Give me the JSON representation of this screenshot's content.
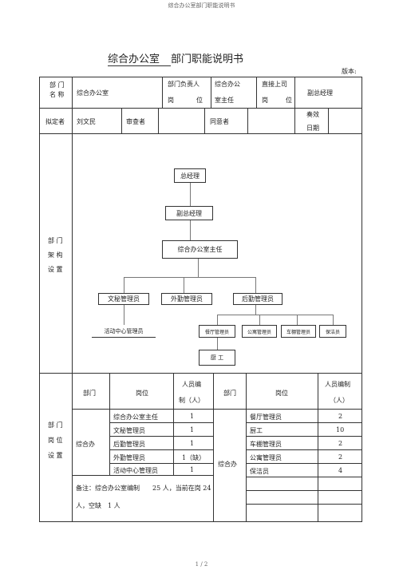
{
  "running_header": "综合办公室部门职能说明书",
  "doc_title": {
    "dept": "综合办公室",
    "rest": "部门职能说明书"
  },
  "version_label": "版本:",
  "header_table": {
    "dept_name_label_1": "部 门",
    "dept_name_label_2": "名 称",
    "dept_name_value": "综合办公室",
    "head_label_1": "部门负责人",
    "head_label_2a": "岗",
    "head_label_2b": "位",
    "head_value_1": "综合办公",
    "head_value_2": "室主任",
    "superior_label_1": "直接上司",
    "superior_label_2a": "岗",
    "superior_label_2b": "位",
    "superior_value": "副总经理",
    "drafter_label": "拟定者",
    "drafter_value": "刘文民",
    "reviewer_label": "审查者",
    "approver_label": "同意者",
    "effective_label_1": "奏效",
    "effective_label_2": "日期"
  },
  "org_section": {
    "label_1": "部 门",
    "label_2": "架 构",
    "label_3": "设 置",
    "nodes": {
      "gm": "总经理",
      "deputy_gm": "副总经理",
      "office_director": "综合办公室主任",
      "secretary_admin": "文秘管理员",
      "field_admin": "外勤管理员",
      "logistics_admin": "后勤管理员",
      "activity_center_admin": "活动中心管理员",
      "canteen_admin": "餐厅管理员",
      "apartment_admin": "公寓管理员",
      "garage_admin": "车棚管理员",
      "cleaner": "保洁员",
      "cook": "厨 工"
    }
  },
  "staffing_section": {
    "label_1": "部 门",
    "label_2": "岗 位",
    "label_3": "设 置",
    "col_dept": "部门",
    "col_post": "岗位",
    "col_quota_1": "人员编",
    "col_quota_2": "制（人）",
    "col_dept_r": "部门",
    "col_post_r": "岗位",
    "col_quota_r_1": "人员编制",
    "col_quota_r_2": "（人）",
    "left_dept": "综合办",
    "left_rows": [
      {
        "post": "综合办公室主任",
        "quota": "1"
      },
      {
        "post": "文秘管理员",
        "quota": "1"
      },
      {
        "post": "后勤管理员",
        "quota": "1"
      },
      {
        "post": "外勤管理员",
        "quota": "1（缺）"
      },
      {
        "post": "活动中心管理员",
        "quota": "1"
      }
    ],
    "right_dept": "综合办",
    "right_rows": [
      {
        "post": "餐厅管理员",
        "quota": "2"
      },
      {
        "post": "厨工",
        "quota": "10"
      },
      {
        "post": "车棚管理员",
        "quota": "2"
      },
      {
        "post": "公寓管理员",
        "quota": "2"
      },
      {
        "post": "保洁员",
        "quota": "4"
      }
    ],
    "note_line_1": "备注：综合办公室编制　　25 人，当前在岗 24",
    "note_line_2": "人，空缺　1 人"
  },
  "page_number": "1 / 2"
}
